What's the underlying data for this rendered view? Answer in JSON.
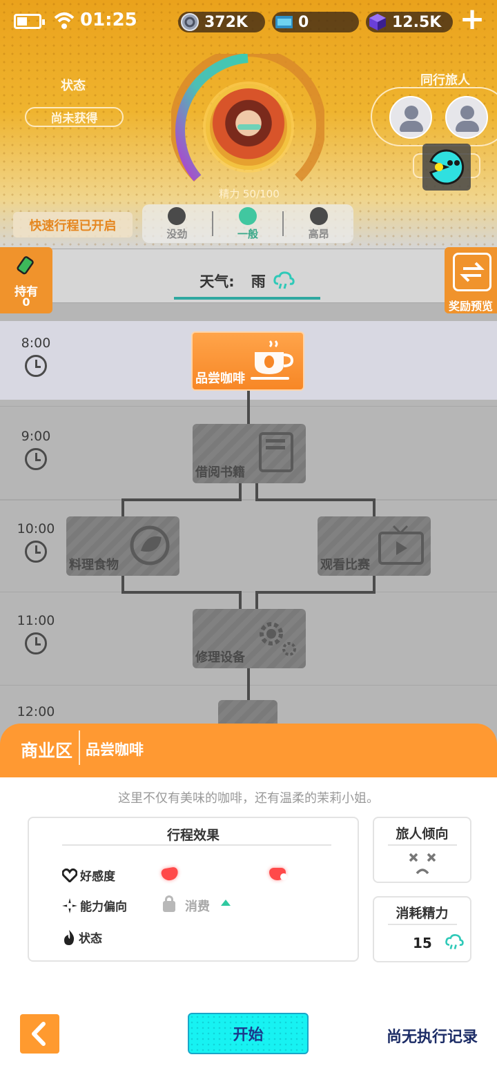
{
  "status_bar": {
    "time": "01:25"
  },
  "resources": {
    "coins": "372K",
    "cards": "0",
    "gems": "12.5K",
    "add": "+"
  },
  "status": {
    "label": "状态",
    "value": "尚未获得"
  },
  "energy": {
    "label": "精力",
    "current": 50,
    "max": 100,
    "text": "精力 50/100"
  },
  "companions": {
    "label": "同行旅人"
  },
  "quick_trip": {
    "label": "快速行程已开启"
  },
  "mood": {
    "options": [
      {
        "label": "没劲",
        "active": false
      },
      {
        "label": "一般",
        "active": true
      },
      {
        "label": "高昂",
        "active": false
      }
    ]
  },
  "holding": {
    "label": "持有",
    "count": "0"
  },
  "weather": {
    "label": "天气:",
    "value": "雨"
  },
  "reward_preview": {
    "label": "奖励预览"
  },
  "timeline": {
    "times": [
      "8:00",
      "9:00",
      "10:00",
      "11:00",
      "12:00"
    ],
    "activities": [
      {
        "label": "品尝咖啡",
        "active": true
      },
      {
        "label": "借阅书籍",
        "active": false
      },
      {
        "label": "料理食物",
        "active": false
      },
      {
        "label": "观看比赛",
        "active": false
      },
      {
        "label": "修理设备",
        "active": false
      }
    ]
  },
  "panel": {
    "area": "商业区",
    "activity": "品尝咖啡",
    "description": "这里不仅有美味的咖啡，还有温柔的茉莉小姐。",
    "effects": {
      "title": "行程效果",
      "affinity_label": "好感度",
      "ability_label": "能力偏向",
      "ability_value": "消费",
      "state_label": "状态"
    },
    "traveler_tendency": {
      "title": "旅人倾向"
    },
    "energy_cost": {
      "title": "消耗精力",
      "value": "15"
    }
  },
  "footer": {
    "start": "开始",
    "no_record": "尚无执行记录"
  },
  "colors": {
    "accent_orange": "#ff9932",
    "teal": "#2fc9b8",
    "start_button": "#17f2f2"
  }
}
